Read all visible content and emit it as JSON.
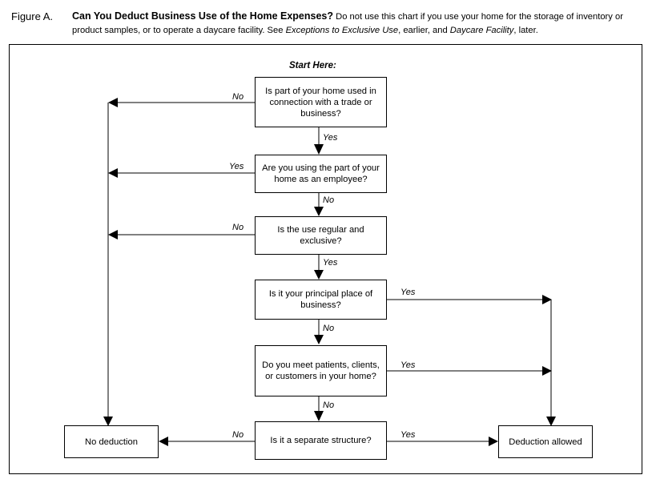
{
  "figure": {
    "label": "Figure A.",
    "title": "Can You Deduct Business Use of the Home Expenses?",
    "text_1": " Do not use this chart if you use your home for the storage of inventory or product samples, or to operate a daycare facility. See ",
    "italic_1": "Exceptions to Exclusive Use",
    "text_2": ", earlier, and ",
    "italic_2": "Daycare Facility",
    "text_3": ", later."
  },
  "flowchart": {
    "start_label": "Start Here:",
    "questions": [
      "Is part of your home used in connection with a trade or business?",
      "Are you using the part of your home as an employee?",
      "Is the use regular and exclusive?",
      "Is it your principal place of business?",
      "Do you meet patients, clients, or customers in your home?",
      "Is it a separate structure?"
    ],
    "outcomes": {
      "no_deduction": "No deduction",
      "deduction_allowed": "Deduction allowed"
    },
    "branch_labels": {
      "q1_left": "No",
      "q1_down": "Yes",
      "q2_left": "Yes",
      "q2_down": "No",
      "q3_left": "No",
      "q3_down": "Yes",
      "q4_right": "Yes",
      "q4_down": "No",
      "q5_right": "Yes",
      "q5_down": "No",
      "q6_left": "No",
      "q6_right": "Yes"
    }
  }
}
